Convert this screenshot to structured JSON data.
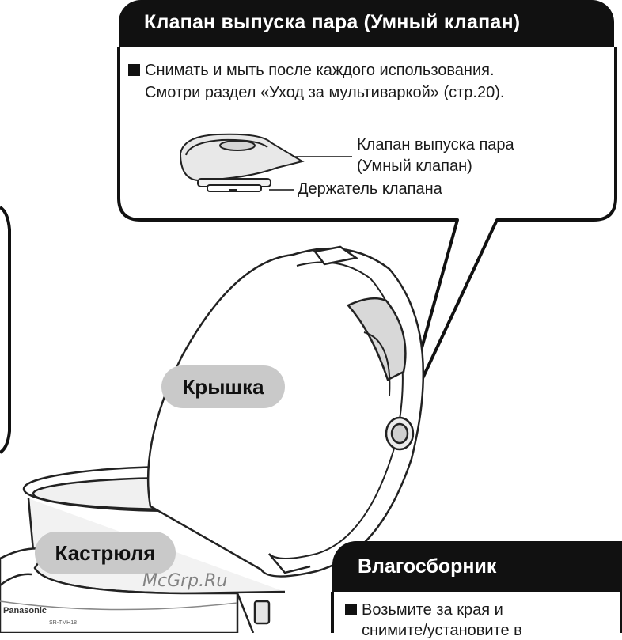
{
  "steam_valve_box": {
    "title": "Клапан выпуска пара (Умный клапан)",
    "instruction_line1": "Снимать и мыть после каждого использования.",
    "instruction_line2": "Смотри раздел «Уход за мультиваркой» (стр.20).",
    "label_valve_line1": "Клапан выпуска пара",
    "label_valve_line2": "(Умный клапан)",
    "label_holder": "Держатель клапана"
  },
  "parts": {
    "lid": "Крышка",
    "pot": "Кастрюля"
  },
  "condensate_box": {
    "title": "Влагосборник",
    "line1": "Возьмите за края и",
    "line2": "снимите/установите в"
  },
  "body_labels": {
    "brand": "Panasonic",
    "model": "SR-TMH18"
  },
  "watermark": "McGrp.Ru"
}
